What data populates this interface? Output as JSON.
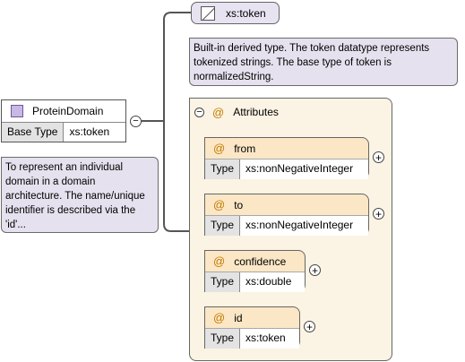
{
  "element": {
    "name": "ProteinDomain",
    "base_type_label": "Base Type",
    "base_type_value": "xs:token",
    "documentation": "To represent an individual domain in a domain architecture. The name/unique identifier is described via the 'id'..."
  },
  "simple_type": {
    "name": "xs:token",
    "documentation": "Built-in derived type. The token datatype represents tokenized strings. The base type of token is normalizedString."
  },
  "attributes_group": {
    "label": "Attributes",
    "items": [
      {
        "name": "from",
        "type_label": "Type",
        "type_value": "xs:nonNegativeInteger"
      },
      {
        "name": "to",
        "type_label": "Type",
        "type_value": "xs:nonNegativeInteger"
      },
      {
        "name": "confidence",
        "type_label": "Type",
        "type_value": "xs:double"
      },
      {
        "name": "id",
        "type_label": "Type",
        "type_value": "xs:token"
      }
    ]
  },
  "symbols": {
    "at": "@",
    "minus": "−",
    "plus": "+"
  },
  "colors": {
    "element_icon": "#c9b7e6",
    "note_bg": "#e6e1ee",
    "group_bg": "#fbf3e3",
    "attr_bg": "#fbe7c6",
    "at_sign": "#c47a00"
  }
}
